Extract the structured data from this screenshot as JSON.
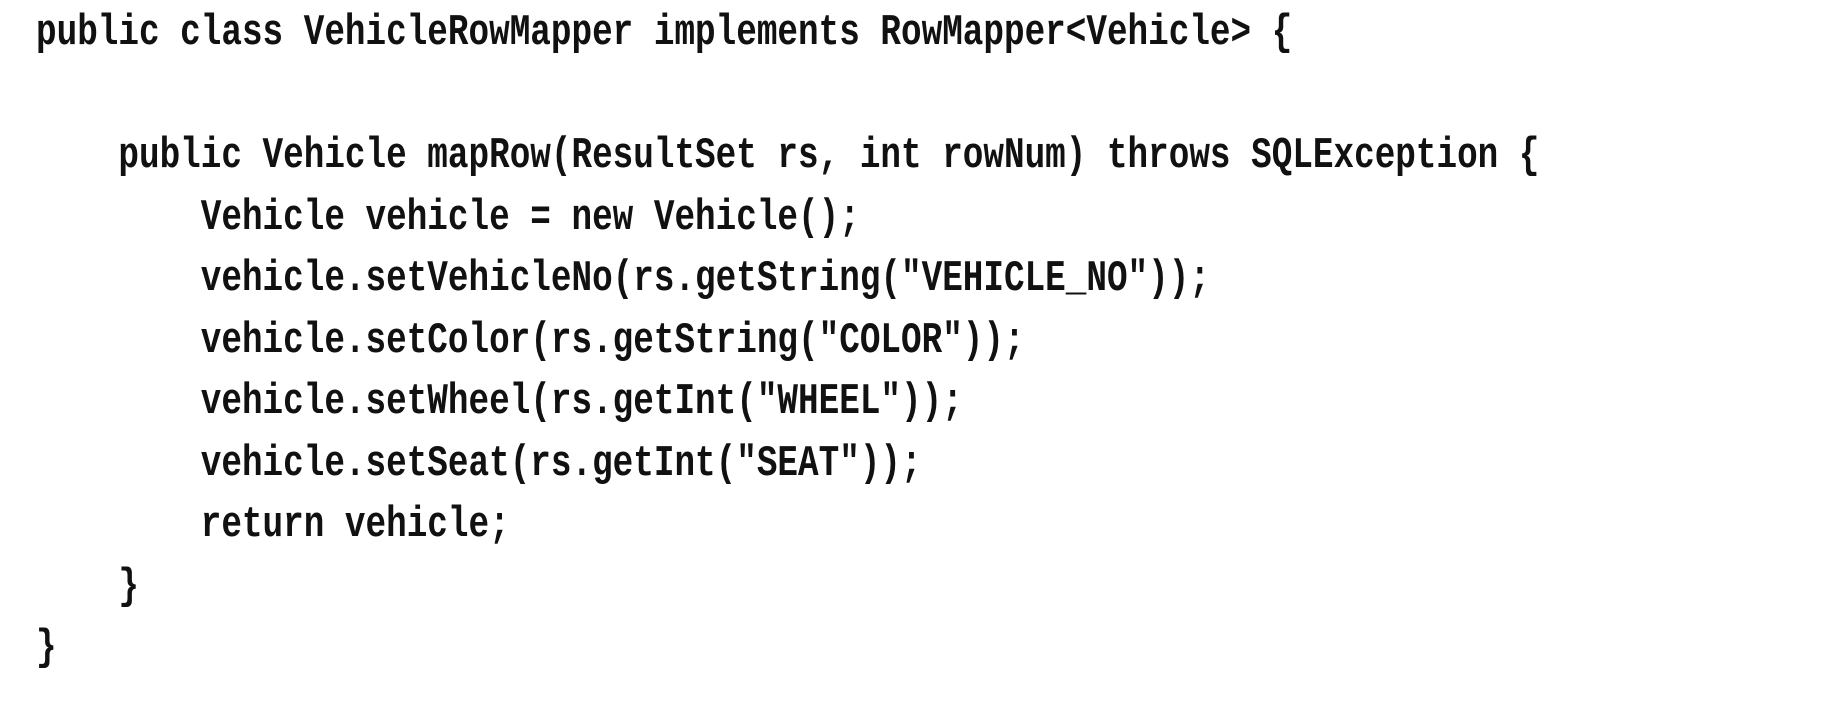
{
  "code": {
    "lines": [
      "public class VehicleRowMapper implements RowMapper<Vehicle> {",
      "",
      "    public Vehicle mapRow(ResultSet rs, int rowNum) throws SQLException {",
      "        Vehicle vehicle = new Vehicle();",
      "        vehicle.setVehicleNo(rs.getString(\"VEHICLE_NO\"));",
      "        vehicle.setColor(rs.getString(\"COLOR\"));",
      "        vehicle.setWheel(rs.getInt(\"WHEEL\"));",
      "        vehicle.setSeat(rs.getInt(\"SEAT\"));",
      "        return vehicle;",
      "    }",
      "}"
    ]
  }
}
